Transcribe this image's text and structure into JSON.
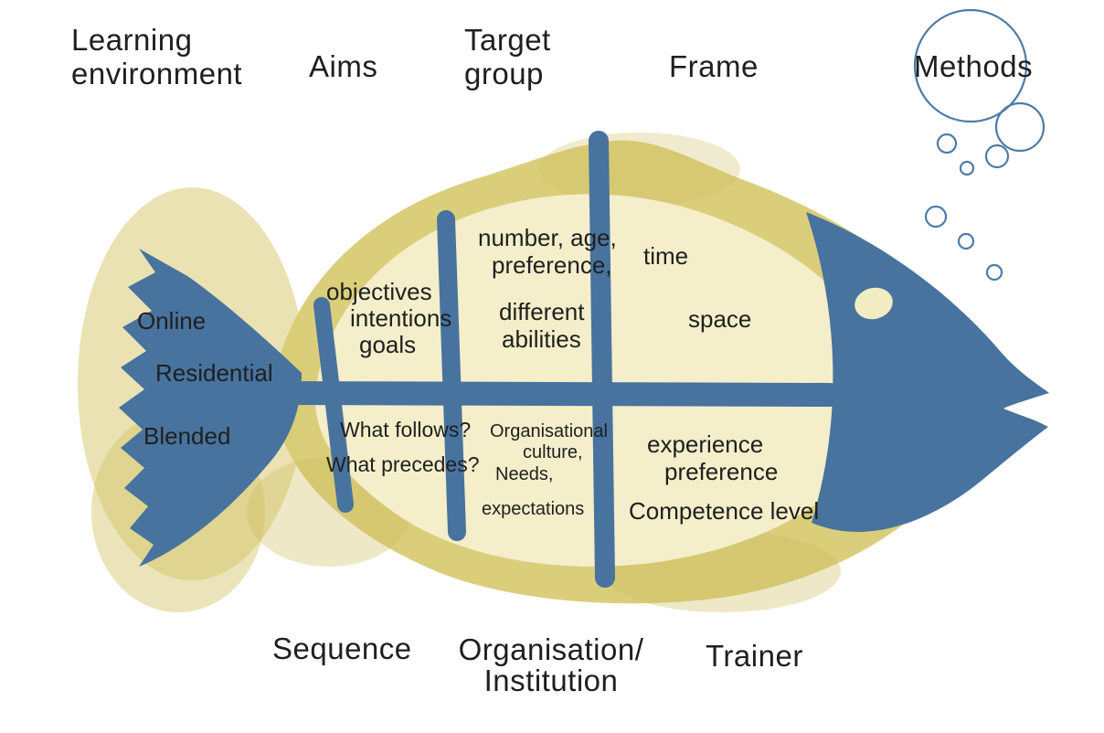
{
  "colors": {
    "fish_blue": "#47739e",
    "body_olive": "#d8cb74",
    "body_light": "#f4eeca",
    "bubble_stroke": "#4e7ba6",
    "text": "#1f1f1f"
  },
  "branches": {
    "learning_environment": {
      "label": "Learning\nenvironment",
      "items": [
        "Online",
        "Residential",
        "Blended"
      ]
    },
    "aims": {
      "label": "Aims",
      "items": [
        "objectives",
        "intentions",
        "goals"
      ]
    },
    "target_group": {
      "label": "Target\ngroup",
      "items": [
        "number, age,",
        "preference,",
        "different",
        "abilities"
      ]
    },
    "frame": {
      "label": "Frame",
      "items": [
        "time",
        "space"
      ]
    },
    "methods": {
      "label": "Methods",
      "items": []
    },
    "sequence": {
      "label": "Sequence",
      "items": [
        "What follows?",
        "What precedes?"
      ]
    },
    "organisation": {
      "label": "Organisation/\nInstitution",
      "items": [
        "Organisational",
        "culture,",
        "Needs,",
        "expectations"
      ]
    },
    "trainer": {
      "label": "Trainer",
      "items": [
        "experience",
        "preference",
        "Competence level"
      ]
    }
  }
}
